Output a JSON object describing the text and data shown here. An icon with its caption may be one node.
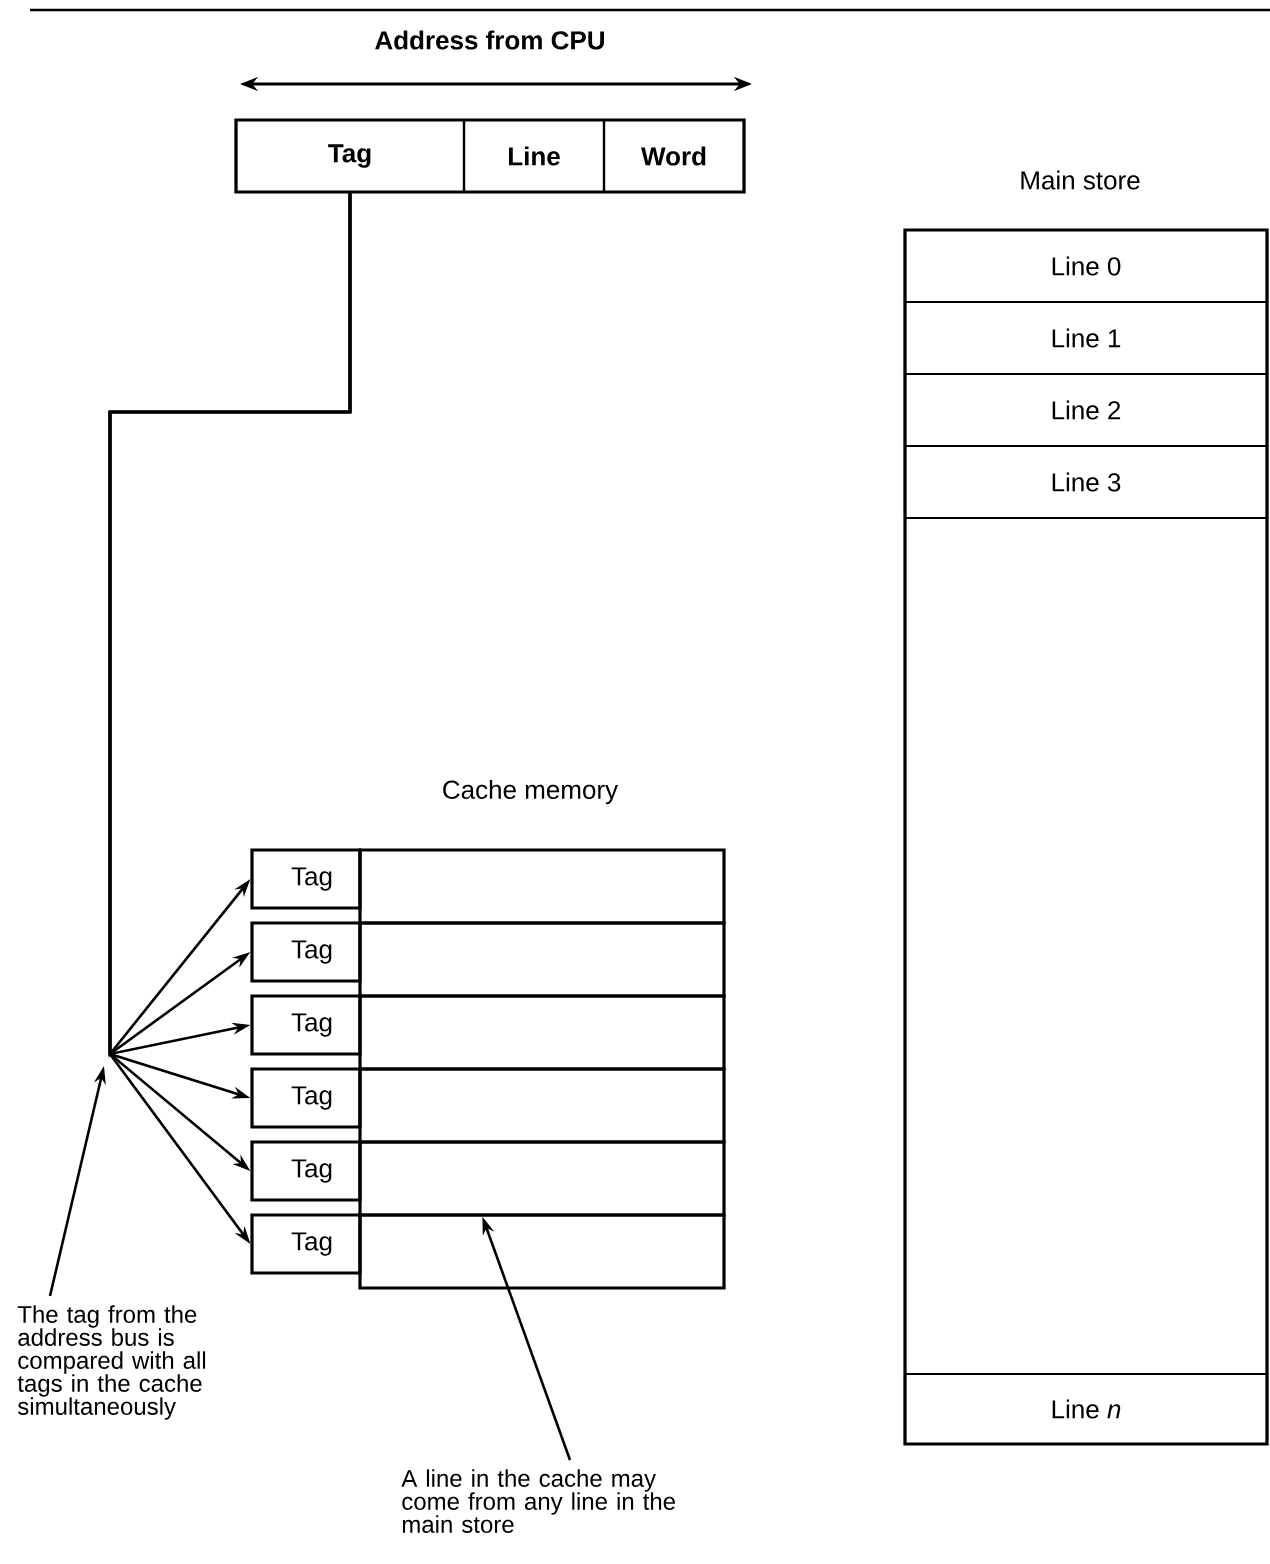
{
  "diagram": {
    "nodes": [
      {
        "text": [
          "Address from CPU"
        ]
      },
      {
        "text": [
          "Tag"
        ],
        "in": 0
      },
      {
        "text": [
          "Line"
        ],
        "in": 0
      },
      {
        "text": [
          "Word"
        ],
        "in": 0
      },
      {
        "text": [
          "Main store"
        ]
      },
      {
        "text": [
          "Line 0"
        ],
        "in": 4
      },
      {
        "text": [
          "Line 1"
        ],
        "in": 4
      },
      {
        "text": [
          "Line 2"
        ],
        "in": 4
      },
      {
        "text": [
          "Line 3"
        ],
        "in": 4
      },
      {
        "text": [
          "Line *n*"
        ],
        "in": 4
      },
      {
        "text": [
          "Cache memory"
        ]
      },
      {
        "text": [
          "Tag"
        ]
      },
      {
        "text": [
          "Tag"
        ]
      },
      {
        "text": [
          "Tag"
        ]
      },
      {
        "text": [
          "Tag"
        ]
      },
      {
        "text": [
          "Tag"
        ]
      },
      {
        "text": [
          "Tag"
        ]
      },
      {
        "text": [],
        "shape": "box"
      },
      {
        "text": [],
        "shape": "box"
      },
      {
        "text": [],
        "shape": "box"
      },
      {
        "text": [],
        "shape": "box"
      },
      {
        "text": [],
        "shape": "box"
      },
      {
        "text": [],
        "shape": "box"
      },
      {
        "text": [
          "The tag from the address bus is compared with all tags in the cache simultaneously"
        ]
      },
      {
        "text": [
          "A line in the cache may come from any line in the main store"
        ]
      }
    ],
    "edges": [
      {
        "from": 1,
        "to": 11,
        "arrow": "to"
      },
      {
        "from": 1,
        "to": 12,
        "arrow": "to"
      },
      {
        "from": 1,
        "to": 13,
        "arrow": "to"
      },
      {
        "from": 1,
        "to": 14,
        "arrow": "to"
      },
      {
        "from": 1,
        "to": 15,
        "arrow": "to"
      },
      {
        "from": 1,
        "to": 16,
        "arrow": "to"
      },
      {
        "from": 23,
        "to": null,
        "arrow": "to"
      },
      {
        "from": 24,
        "to": 21,
        "arrow": "to"
      }
    ]
  }
}
